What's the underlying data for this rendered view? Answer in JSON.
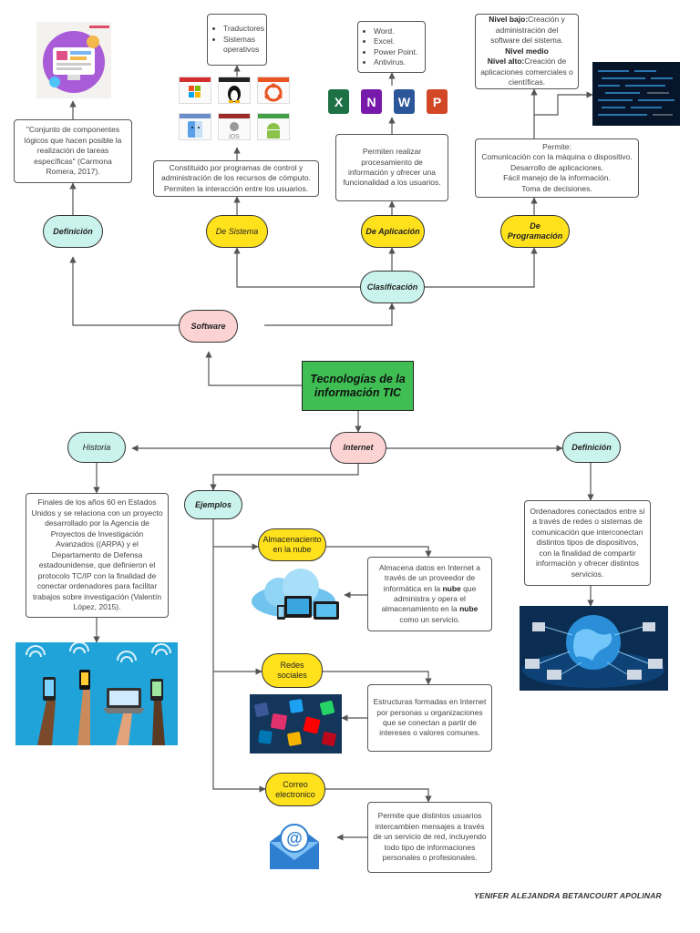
{
  "central": "Tecnologías de la información TIC",
  "software": {
    "label": "Software",
    "definicion": {
      "label": "Definición",
      "text": "\"Conjunto de componentes lógicos que hacen posible la realización de tareas específicas\" (Carmona Romera, 2017)."
    },
    "clasificacion": "Clasificación",
    "sistema": {
      "label": "De Sistema",
      "text": "Constituido por programas de control y administración de los recursos de cómputo. Permiten la interacción entre los usuarios.",
      "examples": [
        "Traductores",
        "Sistemas operativos"
      ]
    },
    "aplicacion": {
      "label": "De Aplicación",
      "text": "Permiten realizar procesamiento de información y ofrecer una funcionalidad a los usuarios.",
      "examples": [
        "Word.",
        "Excel.",
        "Power Point.",
        "Antivirus."
      ]
    },
    "programacion": {
      "label": "De Programación",
      "text": "Permite:\nComunicación con la máquina o dispositivo.\nDesarrollo de aplicaciones.\nFácil manejo de la información.\nToma de decisiones.",
      "levels": {
        "bajo_label": "Nivel bajo:",
        "bajo_text": "Creación y administración del software del sistema.",
        "medio_label": "Nivel medio",
        "alto_label": "Nivel alto:",
        "alto_text": "Creación de aplicaciones comerciales o científicas."
      }
    }
  },
  "internet": {
    "label": "Internet",
    "historia": {
      "label": "Historia",
      "text": "Finales de los años 60 en Estados Unidos y se relaciona con un proyecto desarrollado por la Agencia de Proyectos de Investigación Avanzados ((ARPA) y el Departamento de Defensa estadounidense, que definieron el protocolo TC/IP con la finalidad de conectar ordenadores para facilitar trabajos sobre investigación (Valentín López, 2015)."
    },
    "definicion": {
      "label": "Definición",
      "text": "Ordenadores conectados entre sí a través de redes o sistemas de comunicación que interconectan distintos tipos de dispositivos, con la finalidad de compartir información y ofrecer distintos servicios."
    },
    "ejemplos": {
      "label": "Ejemplos",
      "nube": {
        "label": "Almacenaciento en la nube",
        "text_a": "Almacena datos en Internet a través de un proveedor de informática en la ",
        "bold_1": "nube",
        "text_b": " que administra y opera el almacenamiento en la ",
        "bold_2": "nube",
        "text_c": " como un servicio."
      },
      "redes": {
        "label": "Redes sociales",
        "text": "Estructuras formadas en Internet por personas u organizaciones que se conectan a partir de intereses o valores comunes."
      },
      "correo": {
        "label": "Correo electronico",
        "text": "Permite que distintos usuarios intercambien mensajes a través de un servicio de red, incluyendo todo tipo de informaciones personales o profesionales."
      }
    }
  },
  "os_labels": [
    "Windows",
    "Linux",
    "Ubuntu",
    "macOS",
    "iOS",
    "Android"
  ],
  "office_apps": [
    "X",
    "N",
    "W",
    "P"
  ],
  "email_glyph": "@",
  "author": "YENIFER ALEJANDRA BETANCOURT APOLINAR",
  "colors": {
    "teal": "#c9f3ec",
    "yellow": "#ffe21c",
    "pink": "#fcd3d3",
    "green": "#3fbf53"
  }
}
